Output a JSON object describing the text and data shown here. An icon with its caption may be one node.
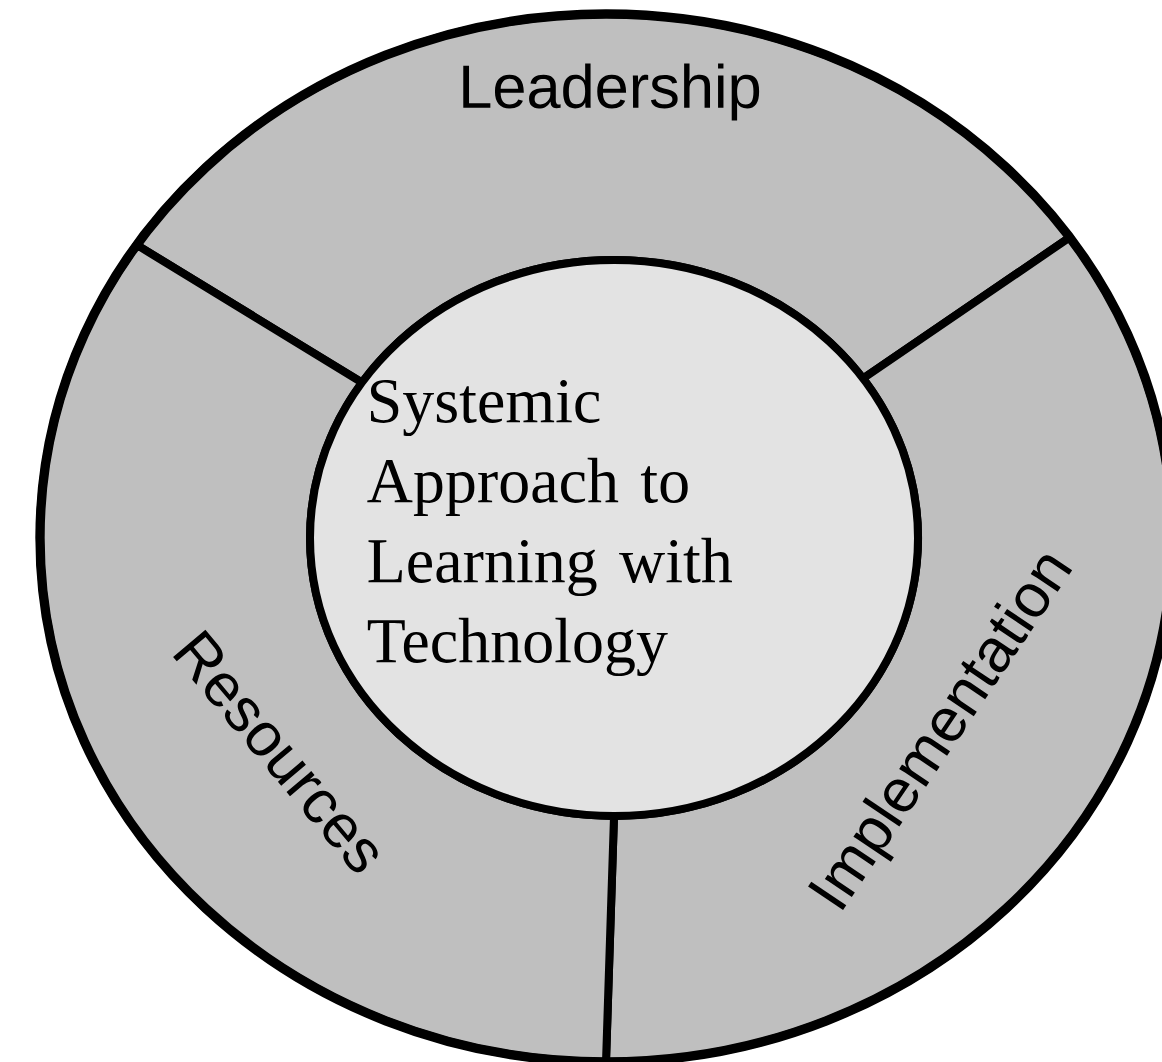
{
  "diagram": {
    "nodes": [
      {
        "text": [
          "Systemic Approach to Learning with Technology"
        ]
      },
      {
        "text": [
          "Leadership"
        ]
      },
      {
        "text": [
          "Implementation"
        ]
      },
      {
        "text": [
          "Resources"
        ]
      }
    ]
  }
}
